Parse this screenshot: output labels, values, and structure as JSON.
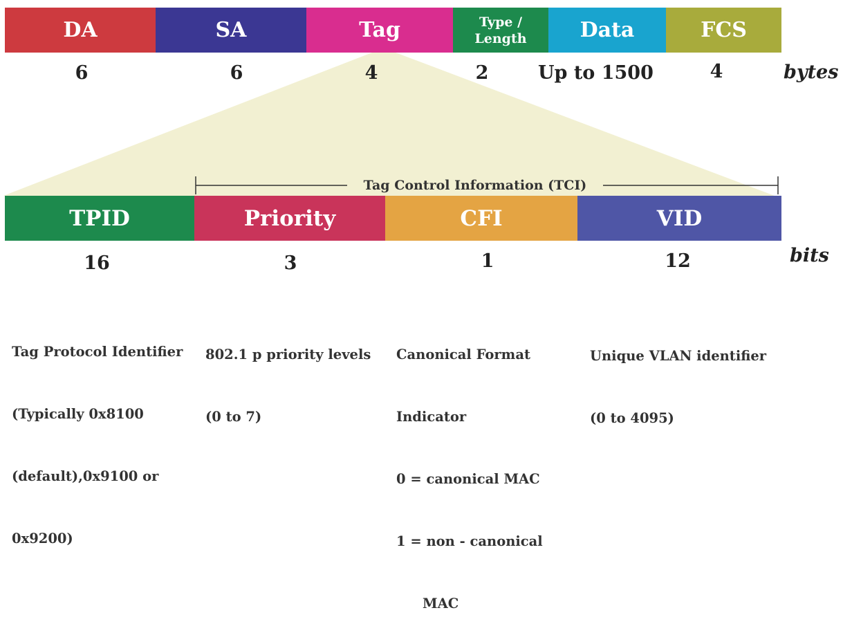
{
  "top_frame": {
    "fields": [
      {
        "label": "DA",
        "size": "6",
        "color": "#cd3a3f"
      },
      {
        "label": "SA",
        "size": "6",
        "color": "#3b3793"
      },
      {
        "label": "Tag",
        "size": "4",
        "color": "#d92d8f"
      },
      {
        "label": "Type / Length",
        "size": "2",
        "color": "#1d8a4d"
      },
      {
        "label": "Data",
        "size": "Up to 1500",
        "color": "#19a4cf"
      },
      {
        "label": "FCS",
        "size": "4",
        "color": "#a8ab3c"
      }
    ],
    "type_line1": "Type /",
    "type_line2": "Length",
    "unit": "bytes"
  },
  "tag_frame": {
    "tci_label": "Tag Control Information (TCI)",
    "fields": [
      {
        "label": "TPID",
        "size": "16",
        "color": "#1d8a4d",
        "desc": [
          "Tag Protocol Identifier",
          "(Typically 0x8100",
          "(default),0x9100 or",
          "0x9200)"
        ]
      },
      {
        "label": "Priority",
        "size": "3",
        "color": "#c9345a",
        "desc": [
          "802.1 p priority levels",
          "(0 to 7)"
        ]
      },
      {
        "label": "CFI",
        "size": "1",
        "color": "#e4a443",
        "desc": [
          "Canonical Format",
          "Indicator",
          "0 = canonical MAC",
          "1 = non - canonical",
          "MAC"
        ]
      },
      {
        "label": "VID",
        "size": "12",
        "color": "#4f56a6",
        "desc": [
          "Unique VLAN identifier",
          "(0 to 4095)"
        ]
      }
    ],
    "unit": "bits"
  },
  "funnel_color": "#f2f0d2"
}
